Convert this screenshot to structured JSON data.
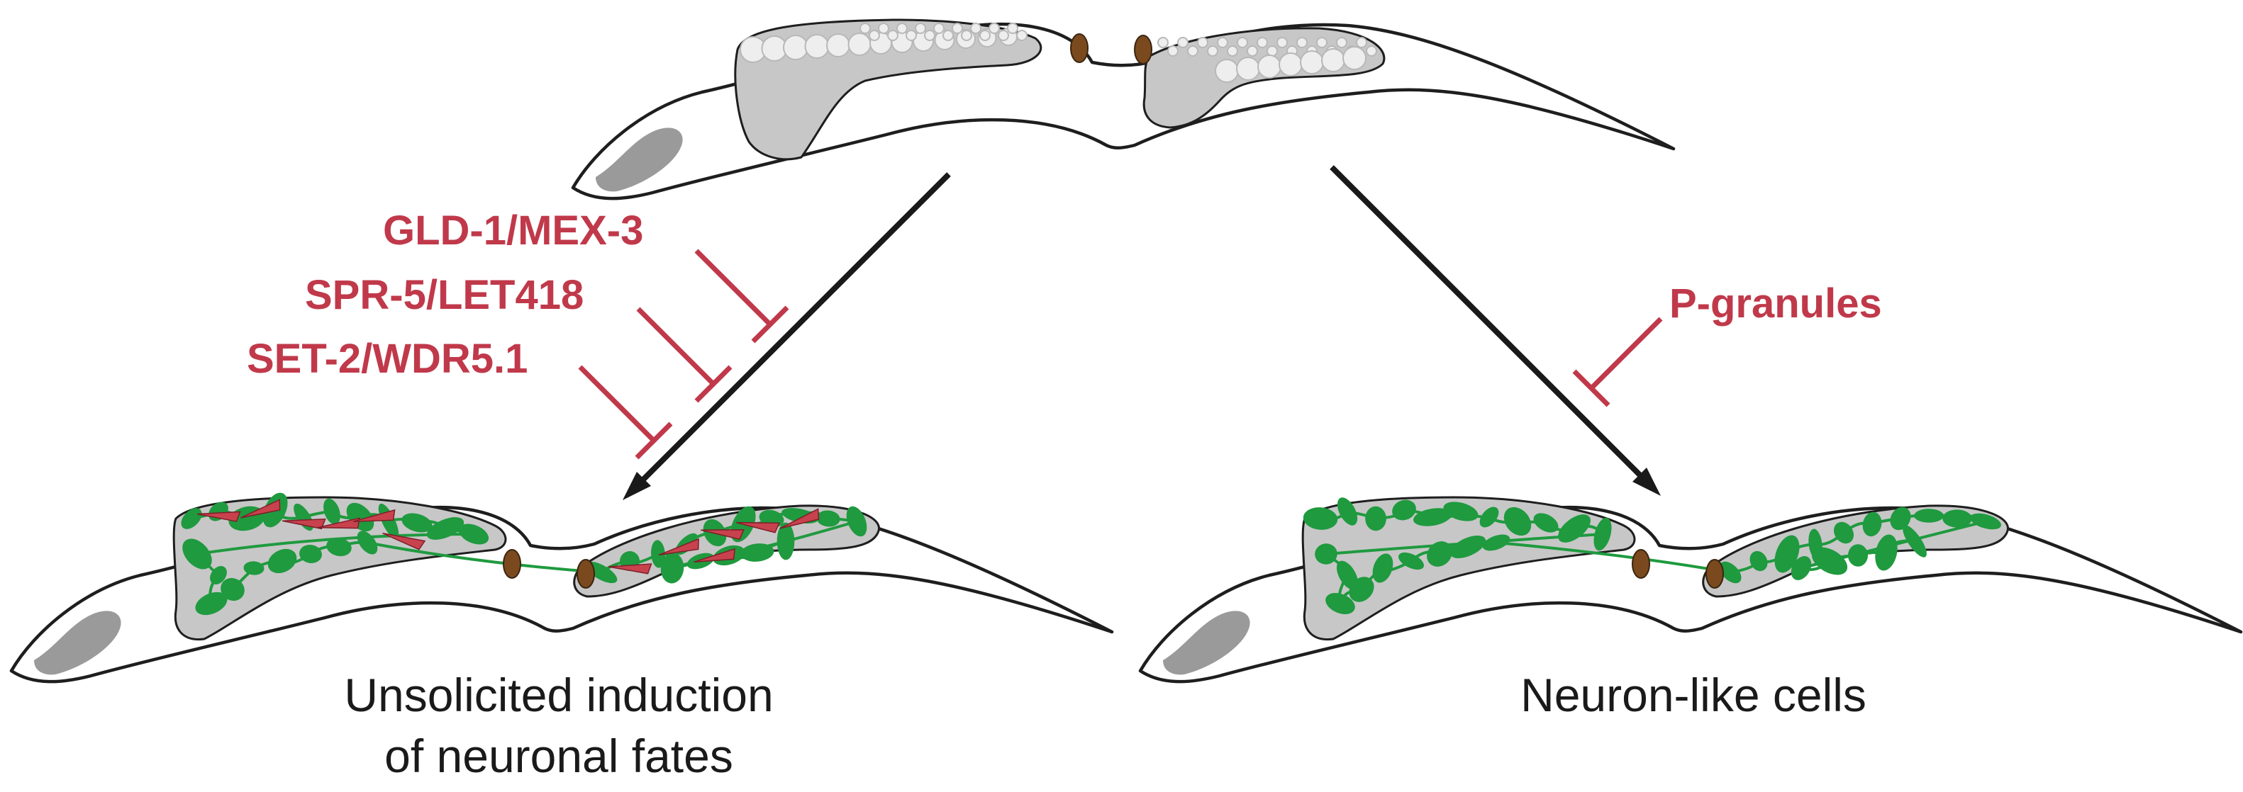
{
  "regulators": {
    "gld1_mex3": "GLD-1/MEX-3",
    "spr5_let418": "SPR-5/LET418",
    "set2_wdr51": "SET-2/WDR5.1",
    "p_granules": "P-granules"
  },
  "outcomes": {
    "left_line1": "Unsolicited induction",
    "left_line2": "of neuronal fates",
    "right": "Neuron-like cells"
  },
  "colors": {
    "inhibitor_red": "#c0394a",
    "neuron_green": "#1f9a3f",
    "muscle_red": "#c8424e",
    "gonad_gray": "#c7c7c7",
    "vulva_brown": "#7a4a1e"
  }
}
